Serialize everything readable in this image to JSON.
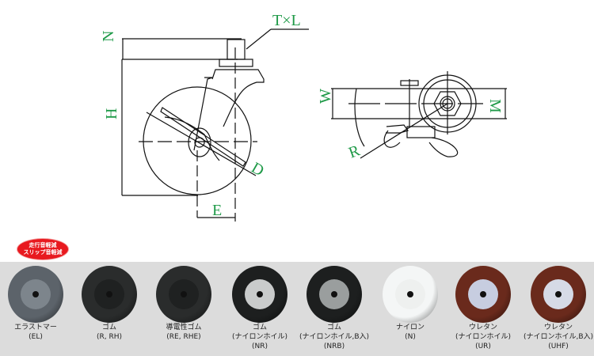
{
  "drawing": {
    "labels": {
      "thread": "T×L",
      "n": "N",
      "h": "H",
      "d": "D",
      "e": "E",
      "w": "W",
      "m": "M",
      "r": "R"
    }
  },
  "badge": {
    "line1": "走行音軽減",
    "line2": "スリップ音軽減"
  },
  "wheels": [
    {
      "name": "エラストマー",
      "sub": "",
      "code": "(EL)",
      "tire": "#5c636a",
      "hub": "#7d858c"
    },
    {
      "name": "ゴム",
      "sub": "",
      "code": "(R, RH)",
      "tire": "#2a2c2c",
      "hub": "#1f2121"
    },
    {
      "name": "導電性ゴム",
      "sub": "",
      "code": "(RE, RHE)",
      "tire": "#2a2c2c",
      "hub": "#1f2121"
    },
    {
      "name": "ゴム",
      "sub": "(ナイロンホイル)",
      "code": "(NR)",
      "tire": "#1d1f1f",
      "hub": "#c9cbcb"
    },
    {
      "name": "ゴム",
      "sub": "(ナイロンホイル,B入)",
      "code": "(NRB)",
      "tire": "#1d1f1f",
      "hub": "#9a9e9e"
    },
    {
      "name": "ナイロン",
      "sub": "",
      "code": "(N)",
      "tire": "#f4f6f6",
      "hub": "#eef0ef"
    },
    {
      "name": "ウレタン",
      "sub": "(ナイロンホイル)",
      "code": "(UR)",
      "tire": "#6a2a1c",
      "hub": "#c7cde0"
    },
    {
      "name": "ウレタン",
      "sub": "(ナイロンホイル,B入)",
      "code": "(UHF)",
      "tire": "#6a2a1c",
      "hub": "#d6dae6"
    }
  ]
}
